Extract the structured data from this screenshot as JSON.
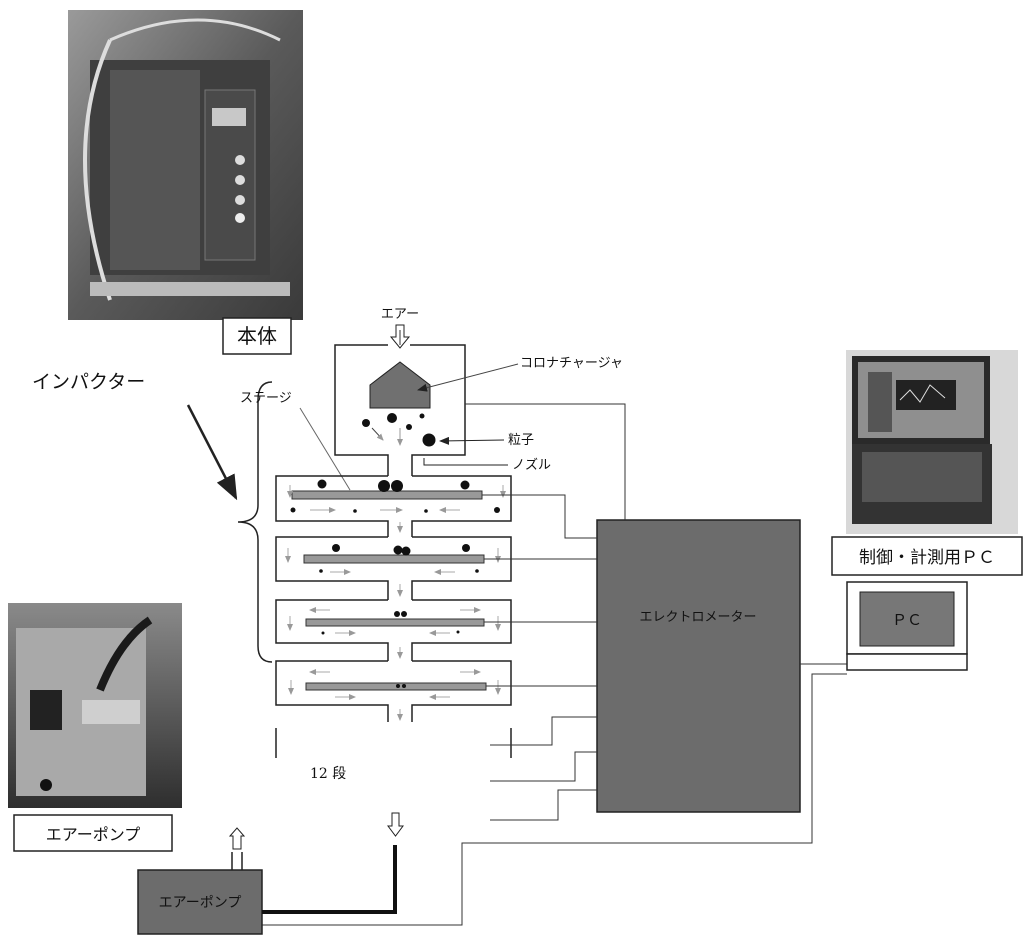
{
  "labels": {
    "main_unit": "本体",
    "impactor": "インパクター",
    "air": "エアー",
    "corona_charger": "コロナチャージャ",
    "stage": "ステージ",
    "particle": "粒子",
    "nozzle": "ノズル",
    "electrometer": "エレクトロメーター",
    "control_pc": "制御・計測用ＰＣ",
    "pc": "ＰＣ",
    "stage_count": "12 段",
    "air_pump_photo": "エアーポンプ",
    "air_pump_box": "エアーポンプ"
  },
  "colors": {
    "line": "#222222",
    "fill_gray": "#6e6e6e",
    "stage_fill": "#9a9a9a",
    "arrow_gray": "#aaaaaa",
    "photo_dark": "#4a4a4a"
  }
}
